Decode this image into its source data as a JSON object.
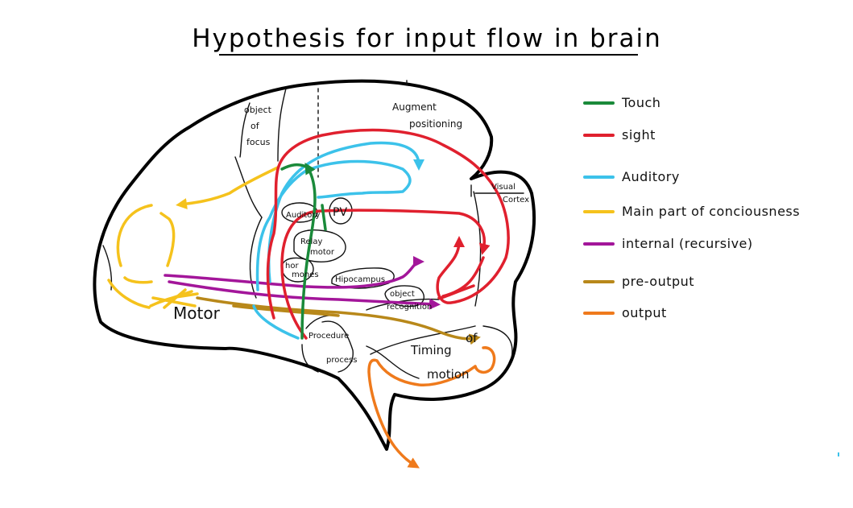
{
  "title": "Hypothesis for input flow in brain",
  "colors": {
    "touch": "#1a8a3a",
    "sight": "#e0202e",
    "auditory": "#3cc2ea",
    "main": "#f5c21c",
    "internal": "#a3169a",
    "pre_output": "#b8881a",
    "output": "#ef7a1c"
  },
  "legend": [
    {
      "key": "touch",
      "label": "Touch"
    },
    {
      "key": "sight",
      "label": "sight"
    },
    {
      "key": "auditory",
      "label": "Auditory"
    },
    {
      "key": "main",
      "label": "Main part of conciousness"
    },
    {
      "key": "internal",
      "label": "internal (recursive)"
    },
    {
      "key": "pre_output",
      "label": "pre-output"
    },
    {
      "key": "output",
      "label": "output"
    }
  ],
  "regions": {
    "object_of_focus": [
      "object",
      "of",
      "focus"
    ],
    "augment_positioning": [
      "Augment",
      "positioning"
    ],
    "visual_cortex": [
      "Visual",
      "Cortex"
    ],
    "auditory": "Auditory",
    "pv": "PV",
    "relay_motor": [
      "Relay",
      "motor"
    ],
    "hormones": [
      "hor",
      "mones"
    ],
    "hippocampus": "Hipocampus",
    "object_recognition": [
      "object",
      "recognition"
    ],
    "motor": "Motor",
    "procedure_process": [
      "Procedure",
      "process"
    ],
    "timing_of_motion": [
      "Timing",
      "of",
      "motion"
    ]
  }
}
